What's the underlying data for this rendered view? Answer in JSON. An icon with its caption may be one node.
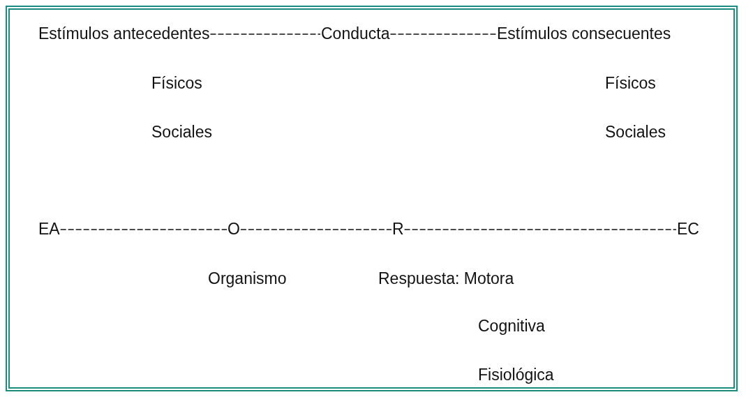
{
  "diagram": {
    "nodes": [
      {
        "text": [
          "Estímulos antecedentes"
        ]
      },
      {
        "text": [
          "Conducta"
        ]
      },
      {
        "text": [
          "Estímulos consecuentes"
        ]
      },
      {
        "text": [
          "EA"
        ]
      },
      {
        "text": [
          "O"
        ]
      },
      {
        "text": [
          "R"
        ]
      },
      {
        "text": [
          "EC"
        ]
      }
    ],
    "edges": [
      {
        "from": 0,
        "to": 1,
        "arrow": "none",
        "style": "dashed"
      },
      {
        "from": 1,
        "to": 2,
        "arrow": "none",
        "style": "dashed"
      },
      {
        "from": 3,
        "to": 4,
        "arrow": "none",
        "style": "dashed"
      },
      {
        "from": 4,
        "to": 5,
        "arrow": "none",
        "style": "dashed"
      },
      {
        "from": 5,
        "to": 6,
        "arrow": "none",
        "style": "dashed"
      }
    ],
    "labels": [
      "Físicos",
      "Físicos",
      "Sociales",
      "Sociales",
      "Organismo",
      "Respuesta: Motora",
      "Cognitiva",
      "Fisiológica"
    ]
  }
}
